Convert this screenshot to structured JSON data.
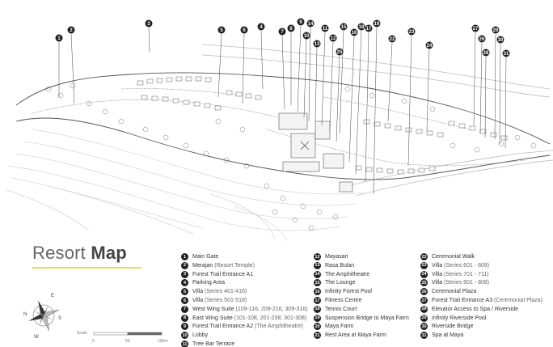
{
  "title": {
    "light": "Resort",
    "bold": "Map"
  },
  "compass": {
    "n": "N",
    "e": "E",
    "s": "S",
    "w": "W"
  },
  "scale": {
    "label": "Scale",
    "ticks": [
      "0",
      "50",
      "100m"
    ]
  },
  "legend": [
    {
      "num": "1",
      "label": "Main Gate",
      "sub": ""
    },
    {
      "num": "2",
      "label": "Merajan",
      "sub": " (Resort Temple)"
    },
    {
      "num": "3",
      "label": "Forest Trail Entrance A1",
      "sub": ""
    },
    {
      "num": "4",
      "label": "Parking Area",
      "sub": ""
    },
    {
      "num": "5",
      "label": "Villa",
      "sub": " (Series 401-416)"
    },
    {
      "num": "6",
      "label": "Villa",
      "sub": " (Series 501-518)"
    },
    {
      "num": "7",
      "label": "West Wing Suite",
      "sub": " (109-116, 209-216, 309-316)"
    },
    {
      "num": "8",
      "label": "East Wing Suite",
      "sub": " (101-108, 201-208, 301-308)"
    },
    {
      "num": "9",
      "label": "Forest Trail Entrance A2",
      "sub": " (The Amphitheatre)"
    },
    {
      "num": "10",
      "label": "Lobby",
      "sub": ""
    },
    {
      "num": "11",
      "label": "Tree Bar Terrace",
      "sub": ""
    },
    {
      "num": "12",
      "label": "Mayasari",
      "sub": ""
    },
    {
      "num": "13",
      "label": "Rasa Bulan",
      "sub": ""
    },
    {
      "num": "14",
      "label": "The Amphitheatre",
      "sub": ""
    },
    {
      "num": "15",
      "label": "The Lounge",
      "sub": ""
    },
    {
      "num": "16",
      "label": "Infinity Forest Pool",
      "sub": ""
    },
    {
      "num": "17",
      "label": "Fitness Centre",
      "sub": ""
    },
    {
      "num": "18",
      "label": "Tennis Court",
      "sub": ""
    },
    {
      "num": "19",
      "label": "Suspension Bridge to Maya Farm",
      "sub": ""
    },
    {
      "num": "20",
      "label": "Maya Farm",
      "sub": ""
    },
    {
      "num": "21",
      "label": "Rest Area at Maya Farm",
      "sub": ""
    },
    {
      "num": "22",
      "label": "Ceremonial Walk",
      "sub": ""
    },
    {
      "num": "23",
      "label": "Villa",
      "sub": " (Series 601 - 609)"
    },
    {
      "num": "24",
      "label": "Villa",
      "sub": " (Series 701 - 711)"
    },
    {
      "num": "25",
      "label": "Villa",
      "sub": " (Series 801 - 808)"
    },
    {
      "num": "26",
      "label": "Ceremonial Plaza",
      "sub": ""
    },
    {
      "num": "27",
      "label": "Forest Trail Entrance A3",
      "sub": " (Ceremonial Plaza)"
    },
    {
      "num": "28",
      "label": "Elevator Access to Spa / Riverside",
      "sub": ""
    },
    {
      "num": "29",
      "label": "Infinity Riverside Pool",
      "sub": ""
    },
    {
      "num": "30",
      "label": "Riverside Bridge",
      "sub": ""
    },
    {
      "num": "31",
      "label": "Spa at Maya",
      "sub": ""
    }
  ],
  "map_markers": [
    "1",
    "2",
    "3",
    "4",
    "5",
    "6",
    "7",
    "8",
    "9",
    "10",
    "11",
    "12",
    "13",
    "14",
    "15",
    "16",
    "17",
    "18",
    "19",
    "20",
    "21",
    "22",
    "23",
    "24",
    "25",
    "26",
    "27",
    "28",
    "29",
    "30",
    "31"
  ]
}
